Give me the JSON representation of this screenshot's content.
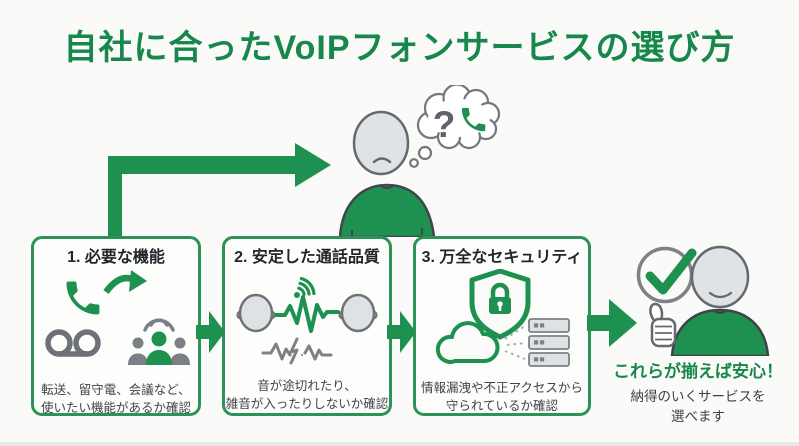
{
  "title": "自社に合ったVoIPフォンサービスの選び方",
  "colors": {
    "accent_green": "#1e9150",
    "title_green": "#17874c",
    "box_border_green": "#2a9355",
    "outline_gray": "#63696e",
    "icon_gray": "#7a8086",
    "fill_gray": "#dfe2e4",
    "heading_text": "#21262b",
    "caption_text": "#3e444a",
    "background": "#fafaf8"
  },
  "intro": {
    "question_mark": "?",
    "icons": [
      "thinking-person-icon",
      "thought-bubble-icon",
      "phone-icon",
      "flow-arrow"
    ]
  },
  "steps": [
    {
      "heading": "1. 必要な機能",
      "caption_line1": "転送、留守電、会議など、",
      "caption_line2": "使いたい機能があるか確認",
      "icons": [
        "phone-transfer-icon",
        "voicemail-icon",
        "conference-people-icon"
      ]
    },
    {
      "heading": "2. 安定した通話品質",
      "caption_line1": "音が途切れたり、",
      "caption_line2": "雑音が入ったりしないか確認",
      "icons": [
        "talking-heads-icon",
        "sound-wave-icon",
        "signal-arcs-icon",
        "noise-break-icon"
      ]
    },
    {
      "heading": "3. 万全なセキュリティ",
      "caption_line1": "情報漏洩や不正アクセスから",
      "caption_line2": "守られているか確認",
      "icons": [
        "shield-lock-icon",
        "cloud-icon",
        "servers-icon"
      ]
    }
  ],
  "conclusion": {
    "headline": "これらが揃えば安心！",
    "note_line1": "納得のいくサービスを",
    "note_line2": "選べます",
    "icons": [
      "check-circle-icon",
      "thumbs-up-person-icon"
    ]
  }
}
